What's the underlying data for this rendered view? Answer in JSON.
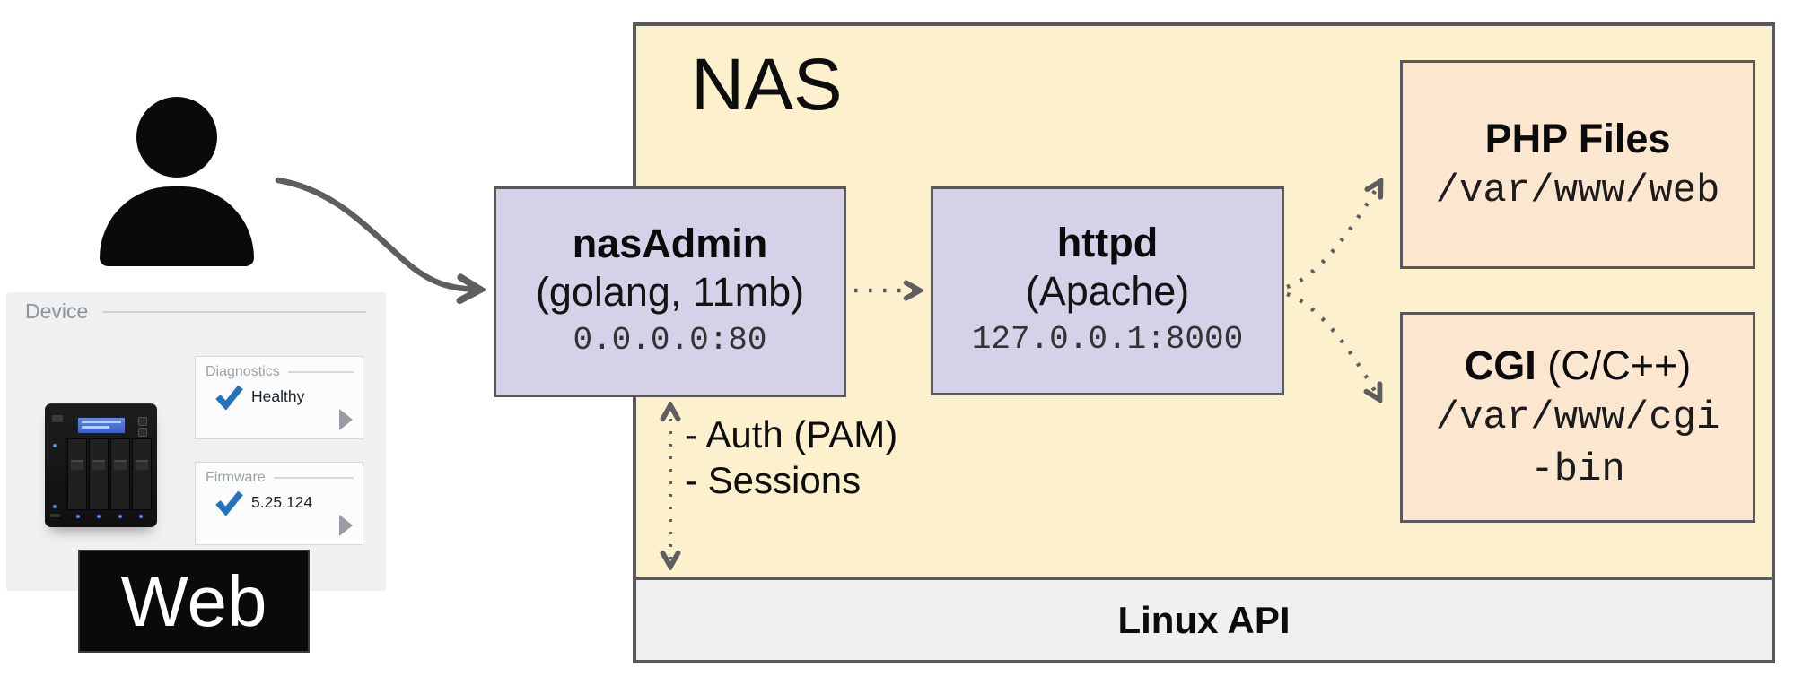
{
  "nas": {
    "title": "NAS",
    "linux_api": "Linux API",
    "notes": [
      "- Auth (PAM)",
      "- Sessions"
    ]
  },
  "boxes": {
    "nasadmin": {
      "title": "nasAdmin",
      "subtitle": "(golang, 11mb)",
      "address": "0.0.0.0:80"
    },
    "httpd": {
      "title": "httpd",
      "subtitle": "(Apache)",
      "address": "127.0.0.1:8000"
    },
    "php": {
      "title": "PHP Files",
      "path": "/var/www/web"
    },
    "cgi": {
      "title_bold": "CGI",
      "title_rest": " (C/C++)",
      "path_lines": [
        "/var/www/cgi",
        "-bin"
      ]
    }
  },
  "device_panel": {
    "title": "Device",
    "web_label": "Web",
    "diagnostics": {
      "label": "Diagnostics",
      "value": "Healthy"
    },
    "firmware": {
      "label": "Firmware",
      "value": "5.25.124"
    }
  },
  "icons": {
    "user-icon": "person-silhouette",
    "check-icon": "blue-checkmark",
    "chevron-right-icon": "gray-play-triangle",
    "device-image": "4-bay-nas-tower"
  },
  "colors": {
    "nas_fill": "#FCF1CC",
    "service_box_fill": "#D6D0E8",
    "file_box_fill": "#FBE6CF",
    "linux_bar_fill": "#F0F0F0",
    "box_border": "#595959",
    "arrow": "#5E5E60",
    "check_blue": "#2273BD",
    "device_panel_bg": "#F0F0F1",
    "web_box_bg": "#0A0A0A"
  }
}
